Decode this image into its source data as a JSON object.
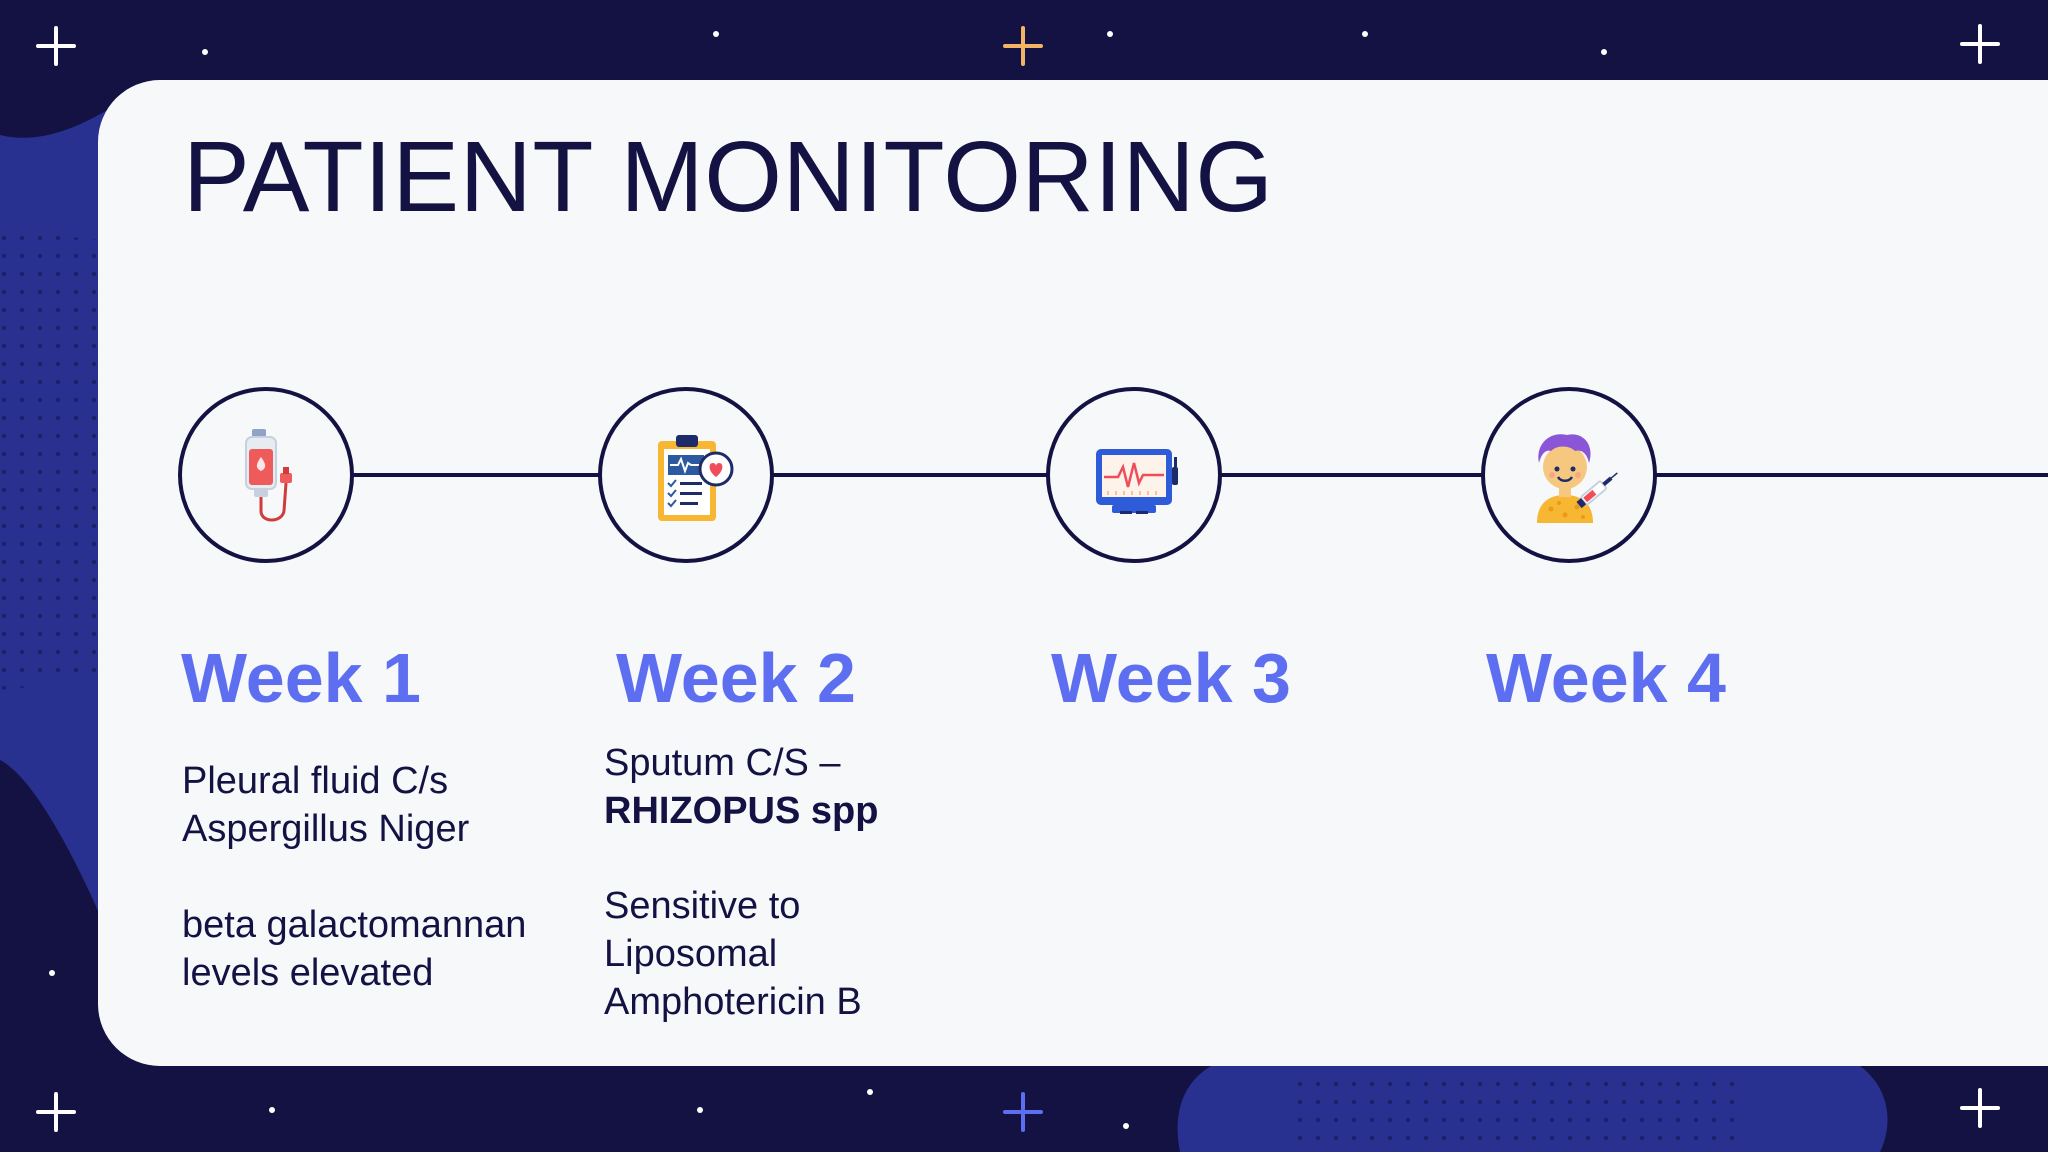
{
  "slide": {
    "title": "PATIENT MONITORING",
    "colors": {
      "background": "#131243",
      "card": "#f7f8fa",
      "accent": "#5d6ef0",
      "text": "#131243"
    }
  },
  "timeline": [
    {
      "week": "Week 1",
      "icon": "blood-bag-icon",
      "details": [
        [
          "Pleural fluid C/s",
          "Aspergillus Niger"
        ],
        [
          "beta galactomannan",
          "levels elevated"
        ]
      ]
    },
    {
      "week": "Week 2",
      "icon": "medical-report-clipboard-icon",
      "details": [
        [
          "Sputum C/S –",
          "RHIZOPUS spp"
        ],
        [
          "Sensitive to",
          "Liposomal",
          "Amphotericin B"
        ]
      ]
    },
    {
      "week": "Week 3",
      "icon": "heart-monitor-icon",
      "details": []
    },
    {
      "week": "Week 4",
      "icon": "patient-with-syringe-icon",
      "details": []
    }
  ]
}
